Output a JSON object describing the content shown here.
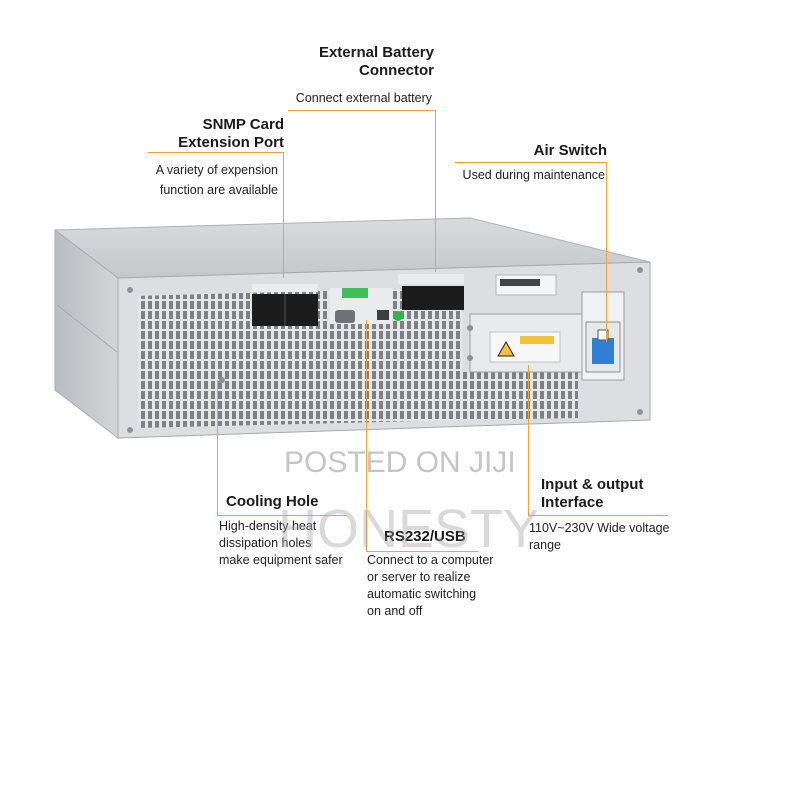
{
  "callouts": {
    "battery": {
      "title_line1": "External Battery",
      "title_line2": "Connector",
      "desc": "Connect external battery"
    },
    "snmp": {
      "title_line1": "SNMP Card",
      "title_line2": "Extension Port",
      "desc_line1": "A variety of expension",
      "desc_line2": "function are available"
    },
    "air_switch": {
      "title": "Air Switch",
      "desc": "Used during maintenance"
    },
    "cooling": {
      "title": "Cooling Hole",
      "desc_line1": "High-density heat",
      "desc_line2": "dissipation holes",
      "desc_line3": "make equipment safer"
    },
    "rs232": {
      "title": "RS232/USB",
      "desc_line1": "Connect to a computer",
      "desc_line2": "or server to realize",
      "desc_line3": "automatic switching",
      "desc_line4": "on and off"
    },
    "io": {
      "title_line1": "Input & output",
      "title_line2": "Interface",
      "desc_line1": "110V~230V Wide voltage",
      "desc_line2": "range"
    }
  },
  "watermark": {
    "line1": "POSTED ON JIJI",
    "line2": "HONESTY"
  },
  "colors": {
    "leader_line": "#f2a33a",
    "chassis": "#c9cbcd",
    "panel": "#e2e4e6",
    "port": "#1c1c1c",
    "switch_blue": "#2f7fd6"
  }
}
